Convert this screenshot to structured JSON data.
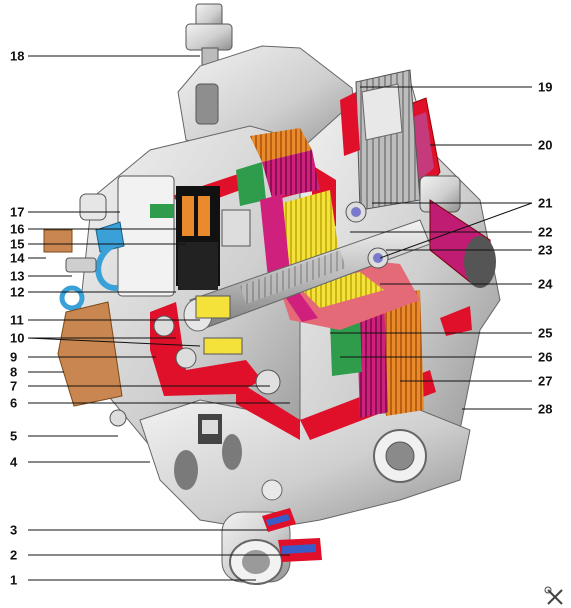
{
  "diagram": {
    "callouts_left": [
      {
        "id": "18",
        "label": "18"
      },
      {
        "id": "17",
        "label": "17"
      },
      {
        "id": "16",
        "label": "16"
      },
      {
        "id": "15",
        "label": "15"
      },
      {
        "id": "14",
        "label": "14"
      },
      {
        "id": "13",
        "label": "13"
      },
      {
        "id": "12",
        "label": "12"
      },
      {
        "id": "11",
        "label": "11"
      },
      {
        "id": "10",
        "label": "10"
      },
      {
        "id": "9",
        "label": "9"
      },
      {
        "id": "8",
        "label": "8"
      },
      {
        "id": "7",
        "label": "7"
      },
      {
        "id": "6",
        "label": "6"
      },
      {
        "id": "5",
        "label": "5"
      },
      {
        "id": "4",
        "label": "4"
      },
      {
        "id": "3",
        "label": "3"
      },
      {
        "id": "2",
        "label": "2"
      },
      {
        "id": "1",
        "label": "1"
      }
    ],
    "callouts_right": [
      {
        "id": "19",
        "label": "19"
      },
      {
        "id": "20",
        "label": "20"
      },
      {
        "id": "21",
        "label": "21"
      },
      {
        "id": "22",
        "label": "22"
      },
      {
        "id": "23",
        "label": "23"
      },
      {
        "id": "24",
        "label": "24"
      },
      {
        "id": "25",
        "label": "25"
      },
      {
        "id": "26",
        "label": "26"
      },
      {
        "id": "27",
        "label": "27"
      },
      {
        "id": "28",
        "label": "28"
      }
    ],
    "colors": {
      "housing": "#d9d9d9",
      "housing_shadow": "#9a9a9a",
      "section_red": "#e0102a",
      "winding_orange": "#e98a2c",
      "winding_magenta": "#d0207e",
      "core_yellow": "#f4e23a",
      "green": "#2e9c4a",
      "capacitor_brown": "#c98650",
      "connector_blue": "#3aa0d8",
      "shaft_grey": "#bfbfbf"
    }
  }
}
